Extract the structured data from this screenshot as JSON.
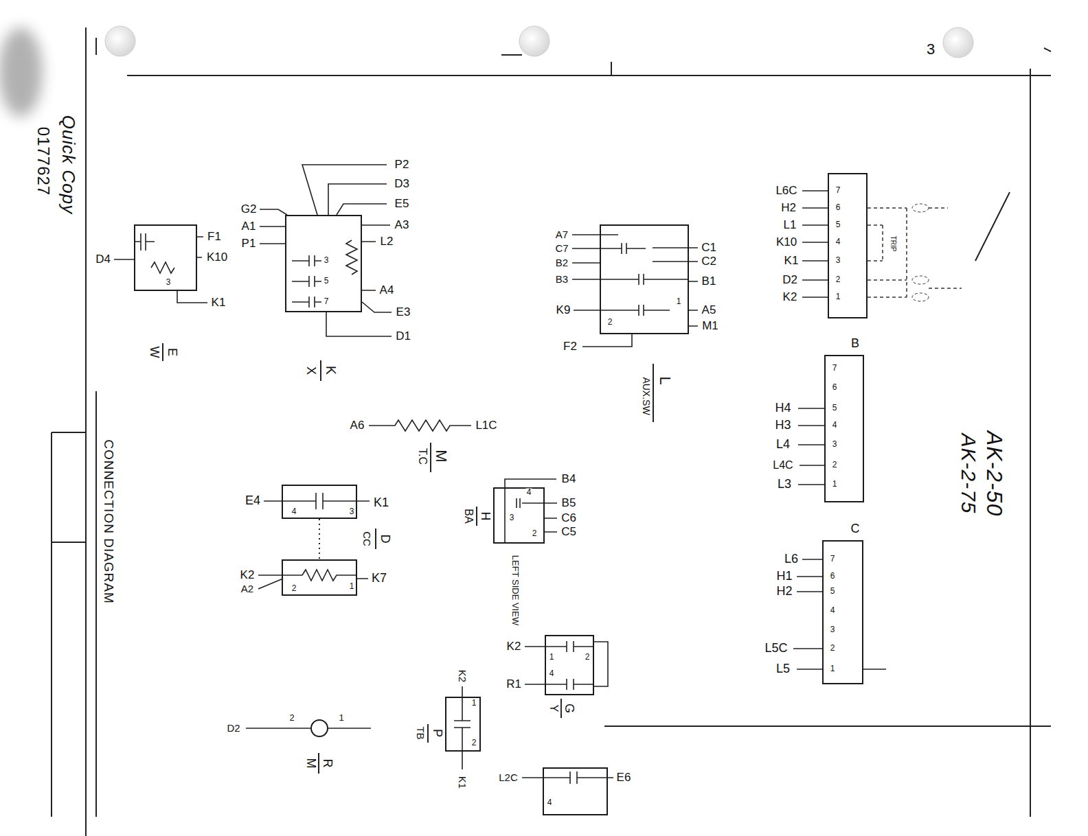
{
  "diagram": {
    "nodes": [
      {
        "text": [
          "E",
          "W",
          "3"
        ]
      },
      {
        "text": [
          "K",
          "X",
          "3",
          "5",
          "7"
        ]
      },
      {
        "text": [
          "L",
          "AUX.SW",
          "1",
          "2"
        ]
      },
      {
        "text": [
          "7",
          "6",
          "5",
          "4",
          "3",
          "2",
          "1"
        ]
      },
      {
        "text": [
          "B",
          "7",
          "6",
          "5",
          "4",
          "3",
          "2",
          "1"
        ]
      },
      {
        "text": [
          "C",
          "7",
          "6",
          "5",
          "4",
          "3",
          "2",
          "1"
        ]
      },
      {
        "text": [
          "D",
          "CC",
          "4",
          "3"
        ]
      },
      {
        "text": [
          "2",
          "1"
        ]
      },
      {
        "text": [
          "H",
          "BA",
          "4",
          "3",
          "2"
        ]
      },
      {
        "text": [
          "G",
          "Y",
          "1",
          "2",
          "4"
        ]
      },
      {
        "text": [
          "P",
          "TB",
          "1",
          "2"
        ]
      },
      {
        "text": [
          "R",
          "M"
        ]
      },
      {
        "text": [
          "4"
        ]
      }
    ],
    "edges": [
      {
        "from": 6,
        "to": 7,
        "arrow": "none"
      }
    ],
    "labels": [
      "D4",
      "F1",
      "K10",
      "K1",
      "P2",
      "D3",
      "E5",
      "G2",
      "A1",
      "A3",
      "P1",
      "L2",
      "A4",
      "E3",
      "D1",
      "A7",
      "C7",
      "B2",
      "B3",
      "K9",
      "F2",
      "C1",
      "C2",
      "B1",
      "A5",
      "M1",
      "L6C",
      "H2",
      "L1",
      "K10",
      "K1",
      "D2",
      "K2",
      "H4",
      "H3",
      "L4",
      "L4C",
      "L3",
      "L6",
      "H1",
      "H2",
      "L5C",
      "L5",
      "A6",
      "L1C",
      "M",
      "T.C",
      "E4",
      "K1",
      "K2",
      "A2",
      "K7",
      "B4",
      "B5",
      "C6",
      "C5",
      "LEFT SIDE VIEW",
      "K2",
      "R1",
      "K2",
      "K1",
      "L2C",
      "E6",
      "D2",
      "2",
      "1",
      "AK-2-50",
      "AK-2-75",
      "CONNECTION DIAGRAM",
      "Quick Copy",
      "0177627",
      "3",
      "TRIP"
    ]
  }
}
